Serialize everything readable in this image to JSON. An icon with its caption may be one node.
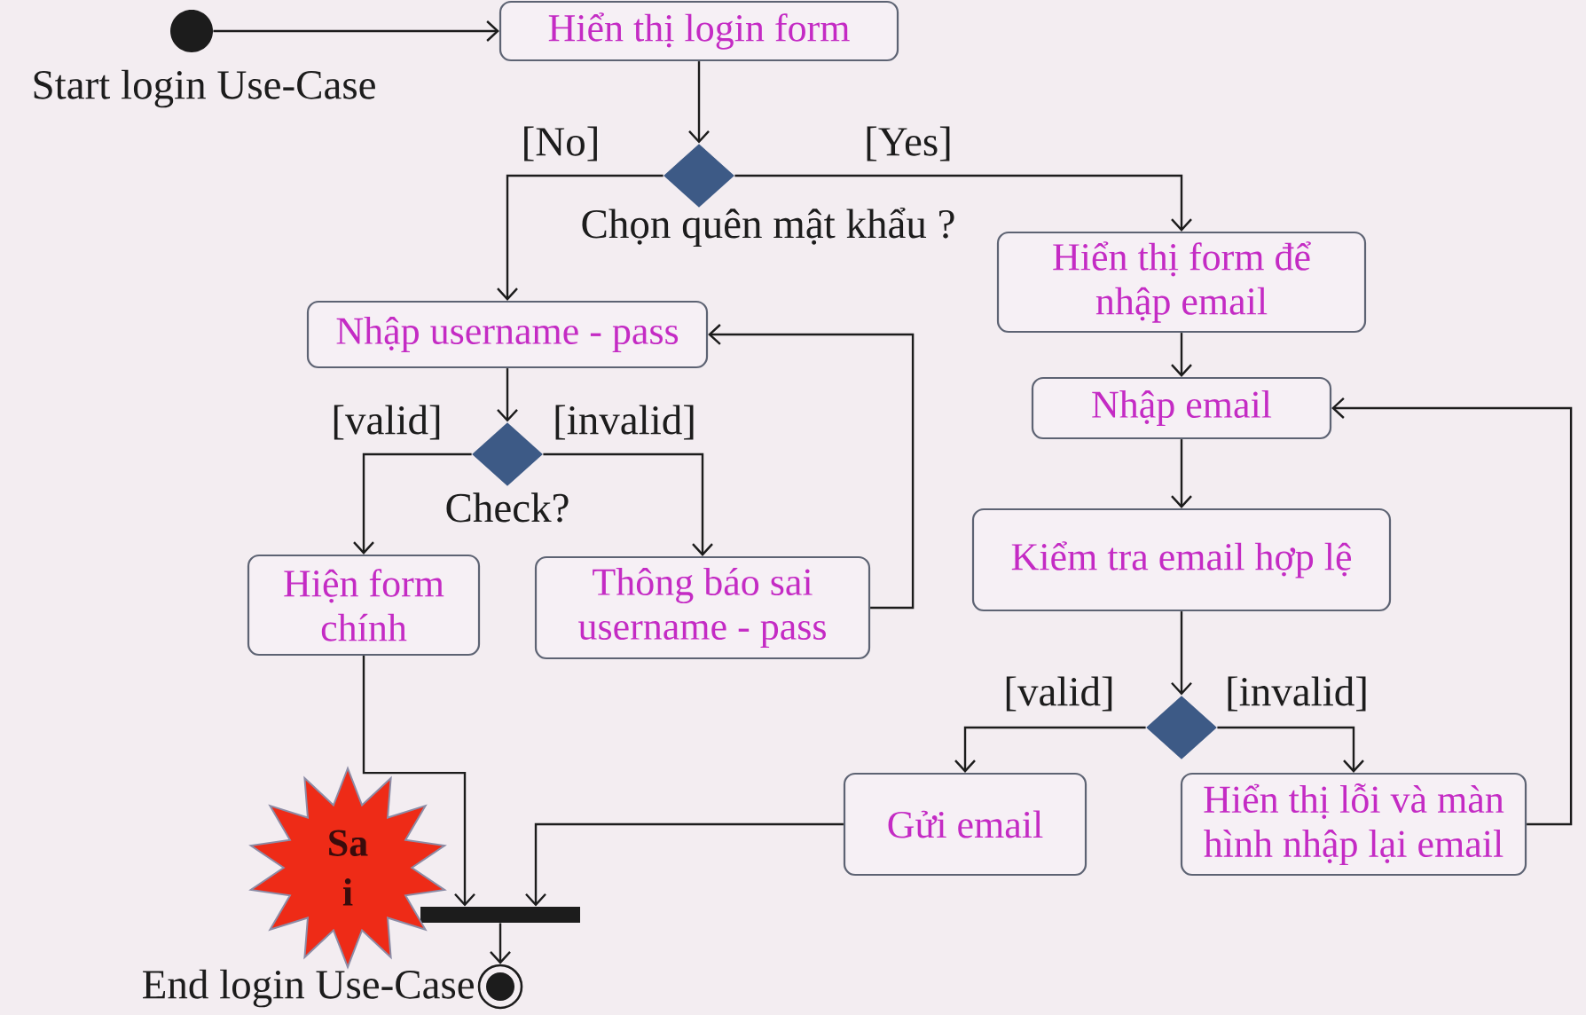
{
  "diagram": {
    "nodes": [
      {
        "text": [],
        "shape": "circle",
        "beside": [
          "Start login Use-Case"
        ]
      },
      {
        "text": [
          "Hiển thị login form"
        ]
      },
      {
        "text": [],
        "shape": "diamond",
        "beside": [
          "Chọn quên mật khẩu ?"
        ]
      },
      {
        "text": [
          "Nhập username - pass"
        ]
      },
      {
        "text": [
          "Hiển thị form để nhập email"
        ]
      },
      {
        "text": [],
        "shape": "diamond",
        "beside": [
          "Check?"
        ]
      },
      {
        "text": [
          "Hiện form chính"
        ]
      },
      {
        "text": [
          "Thông báo sai username - pass"
        ]
      },
      {
        "text": [
          "Nhập email"
        ]
      },
      {
        "text": [
          "Kiểm tra email hợp lệ"
        ]
      },
      {
        "text": [],
        "shape": "diamond"
      },
      {
        "text": [
          "Gửi email"
        ]
      },
      {
        "text": [
          "Hiển thị lỗi và màn hình nhập lại email"
        ]
      },
      {
        "text": [],
        "shape": "bar"
      },
      {
        "text": [],
        "shape": "circle",
        "beside": [
          "End login Use-Case"
        ]
      },
      {
        "text": [
          "Sa i"
        ]
      }
    ],
    "edges": [
      {
        "from": 0,
        "to": 1,
        "arrow": "to"
      },
      {
        "from": 1,
        "to": 2,
        "arrow": "to"
      },
      {
        "from": 2,
        "to": 3,
        "arrow": "to",
        "label": "[No]"
      },
      {
        "from": 2,
        "to": 4,
        "arrow": "to",
        "label": "[Yes]"
      },
      {
        "from": 3,
        "to": 5,
        "arrow": "to"
      },
      {
        "from": 5,
        "to": 6,
        "arrow": "to",
        "label": "[valid]"
      },
      {
        "from": 5,
        "to": 7,
        "arrow": "to",
        "label": "[invalid]"
      },
      {
        "from": 7,
        "to": 3,
        "arrow": "to"
      },
      {
        "from": 4,
        "to": 8,
        "arrow": "to"
      },
      {
        "from": 8,
        "to": 9,
        "arrow": "to"
      },
      {
        "from": 9,
        "to": 10,
        "arrow": "to"
      },
      {
        "from": 10,
        "to": 11,
        "arrow": "to",
        "label": "[valid]"
      },
      {
        "from": 10,
        "to": 12,
        "arrow": "to",
        "label": "[invalid]"
      },
      {
        "from": 12,
        "to": 8,
        "arrow": "to"
      },
      {
        "from": 6,
        "to": 13,
        "arrow": "to"
      },
      {
        "from": 11,
        "to": 13,
        "arrow": "to"
      },
      {
        "from": 13,
        "to": 14,
        "arrow": "to"
      }
    ]
  }
}
